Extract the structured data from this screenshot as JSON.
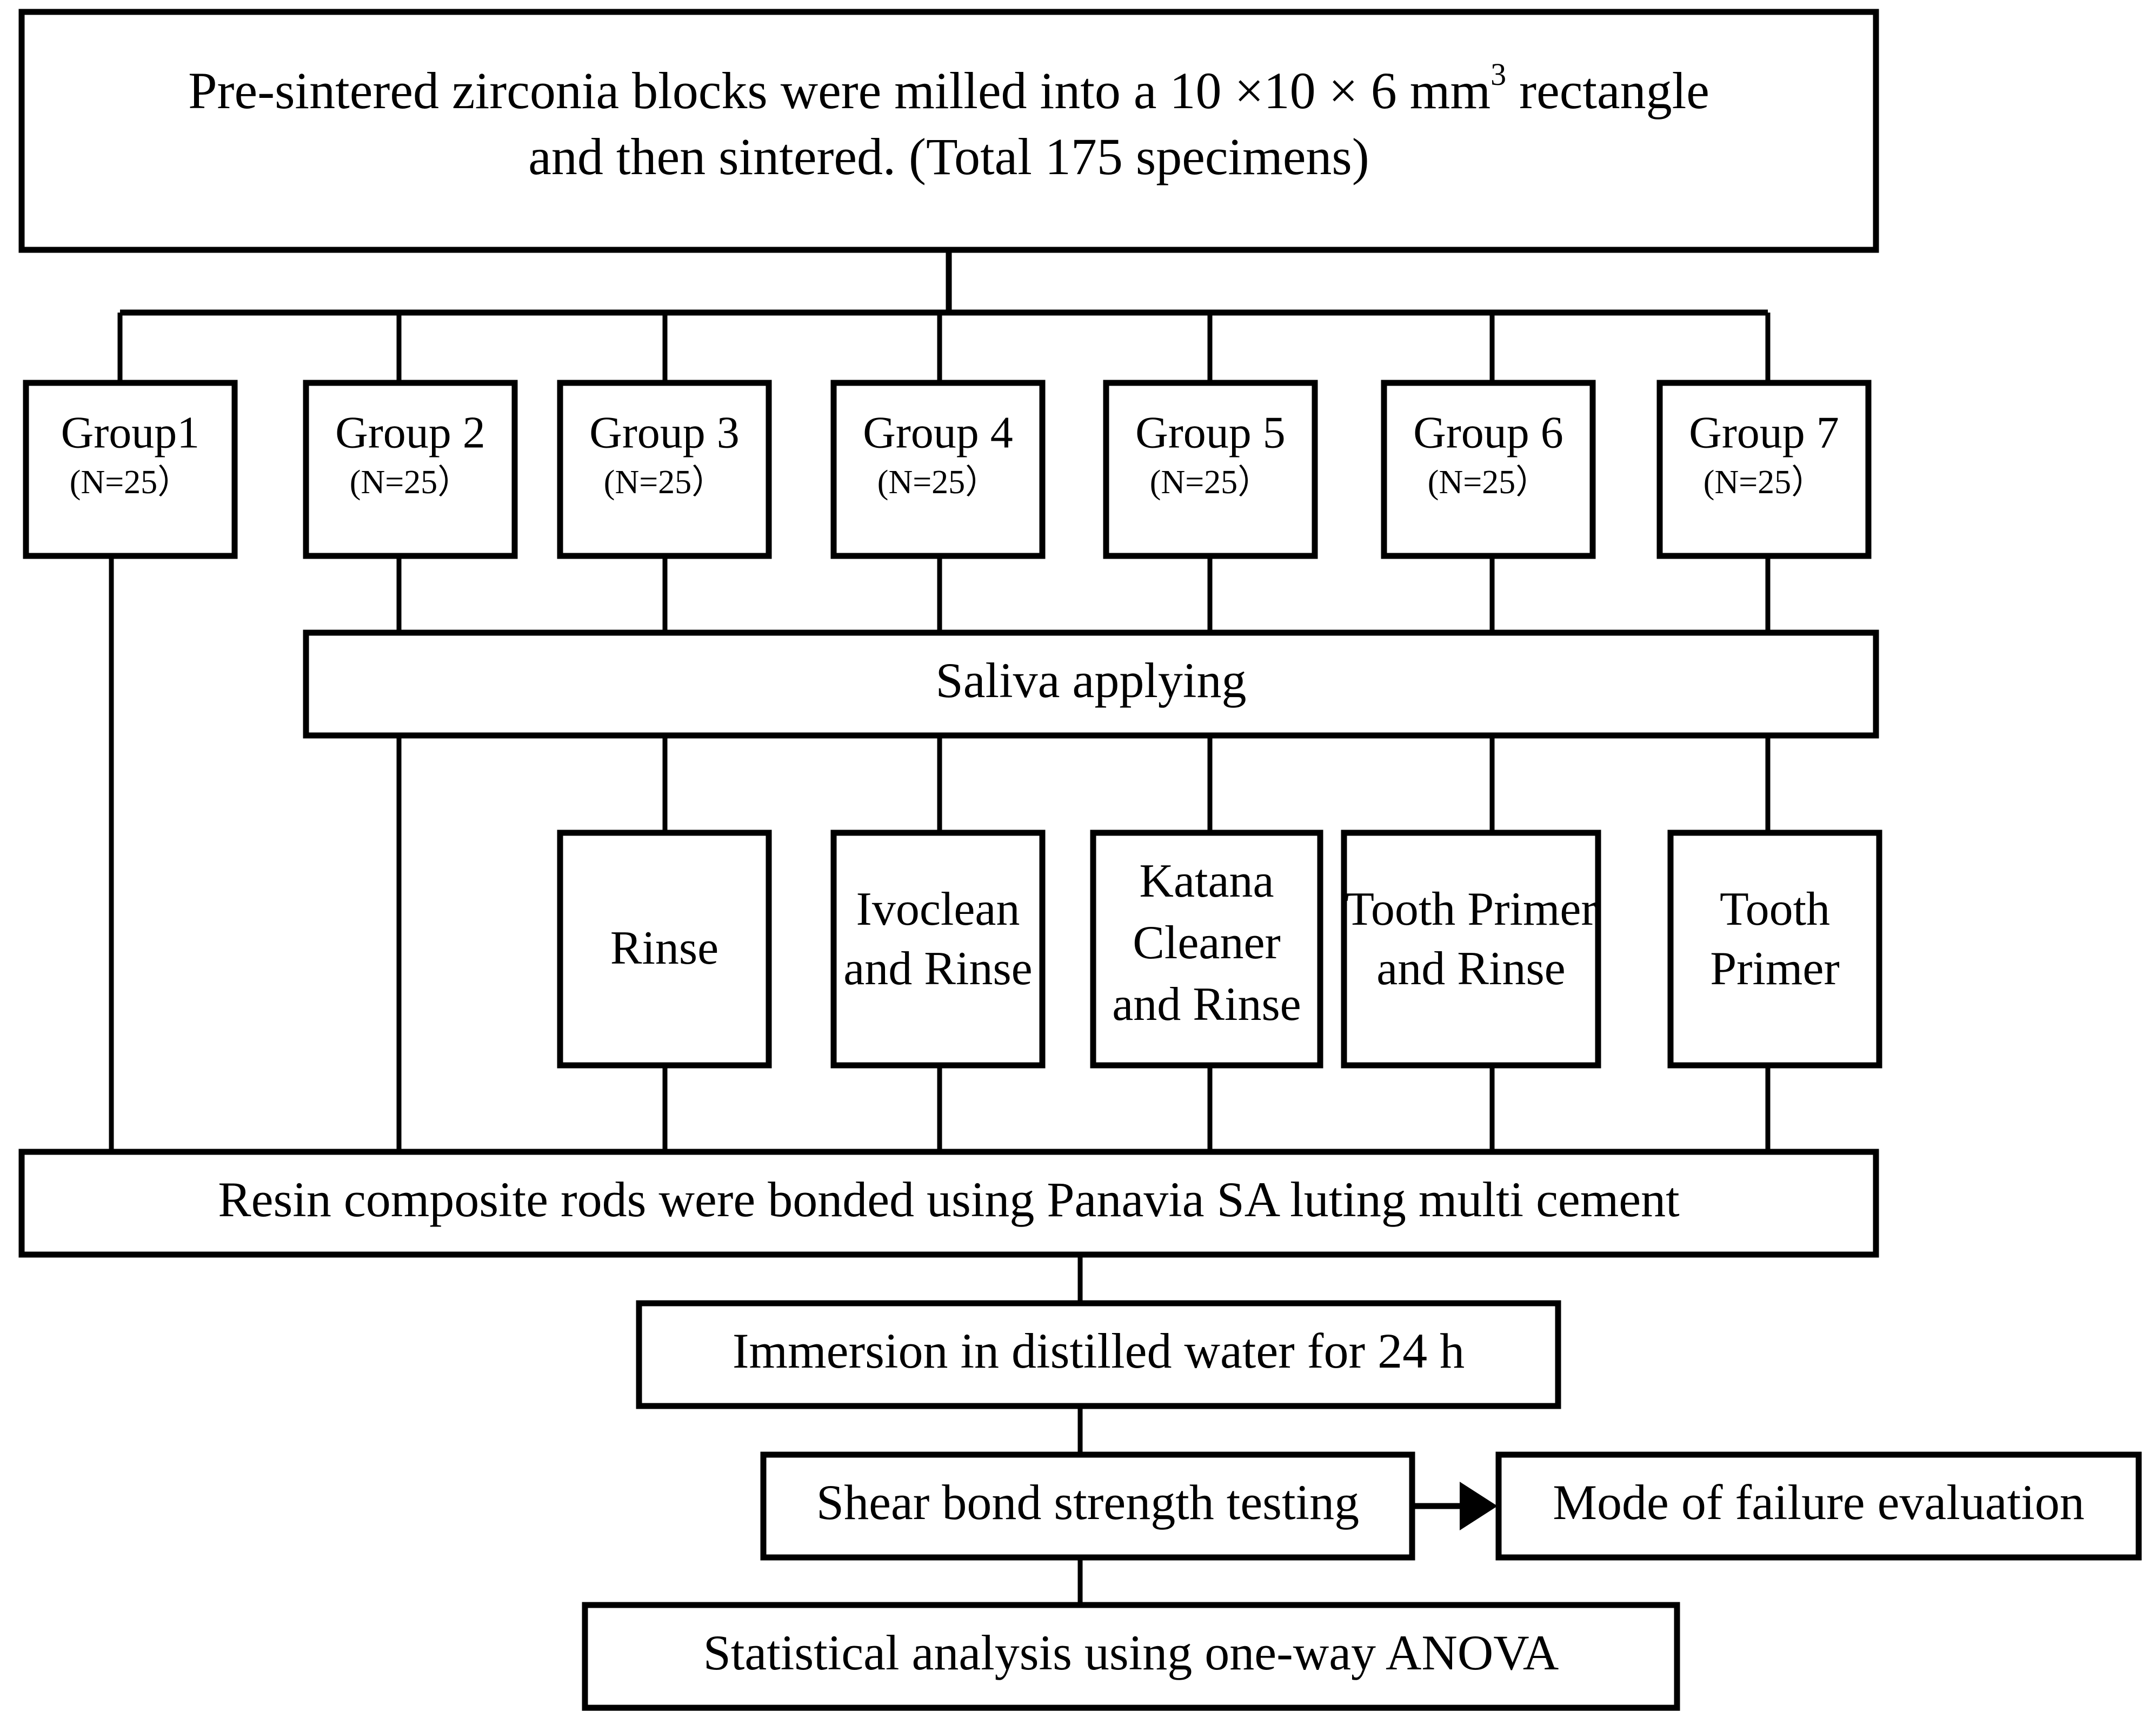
{
  "diagram": {
    "title_box": {
      "line1_pre": "Pre-sintered zirconia blocks were milled into a 10 ×10 × 6 mm",
      "line1_sup": "3",
      "line1_post": " rectangle",
      "line2": "and then sintered. (Total 175 specimens)"
    },
    "groups": [
      {
        "name": "Group1",
        "n": "(N=25）"
      },
      {
        "name": "Group 2",
        "n": "(N=25）"
      },
      {
        "name": "Group 3",
        "n": "(N=25）"
      },
      {
        "name": "Group 4",
        "n": "(N=25）"
      },
      {
        "name": "Group 5",
        "n": "(N=25）"
      },
      {
        "name": "Group 6",
        "n": "(N=25）"
      },
      {
        "name": "Group 7",
        "n": "(N=25）"
      }
    ],
    "saliva_box": {
      "label": "Saliva applying"
    },
    "treatments": [
      {
        "line1": "Rinse",
        "line2": "",
        "line3": ""
      },
      {
        "line1": "Ivoclean",
        "line2": "and Rinse",
        "line3": ""
      },
      {
        "line1": "Katana",
        "line2": "Cleaner",
        "line3": "and Rinse"
      },
      {
        "line1": "Tooth Primer",
        "line2": "and Rinse",
        "line3": ""
      },
      {
        "line1": "Tooth",
        "line2": "Primer",
        "line3": ""
      }
    ],
    "bonding_box": {
      "label": "Resin composite rods were bonded using Panavia SA luting multi cement"
    },
    "immersion_box": {
      "label": "Immersion in distilled water for 24 h"
    },
    "testing_box": {
      "label": "Shear bond strength testing"
    },
    "failure_box": {
      "label": "Mode of failure evaluation"
    },
    "analysis_box": {
      "label": "Statistical analysis using one-way ANOVA"
    },
    "colors": {
      "stroke": "#000000",
      "fill": "#ffffff",
      "text": "#000000"
    }
  }
}
